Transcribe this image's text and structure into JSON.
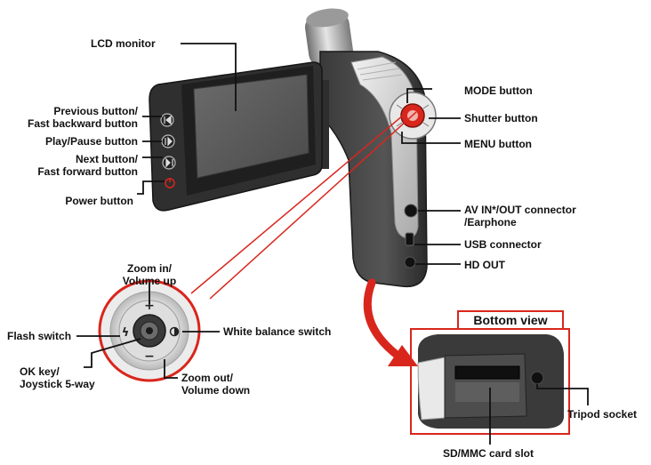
{
  "labels": {
    "lcd_monitor": "LCD monitor",
    "previous_button_1": "Previous button/",
    "previous_button_2": "Fast backward button",
    "play_pause_button": "Play/Pause button",
    "next_button_1": "Next button/",
    "next_button_2": "Fast forward button",
    "power_button": "Power button",
    "mode_button": "MODE button",
    "shutter_button": "Shutter button",
    "menu_button": "MENU button",
    "av_connector_1": "AV IN*/OUT connector",
    "av_connector_2": "/Earphone",
    "usb_connector": "USB connector",
    "hd_out": "HD OUT",
    "zoom_in_1": "Zoom in/",
    "zoom_in_2": "Volume up",
    "flash_switch": "Flash switch",
    "white_balance_switch": "White balance switch",
    "ok_key_1": "OK key/",
    "ok_key_2": "Joystick 5-way",
    "zoom_out_1": "Zoom out/",
    "zoom_out_2": "Volume down",
    "bottom_view": "Bottom view",
    "tripod_socket": "Tripod socket",
    "sd_card_slot": "SD/MMC card slot"
  },
  "colors": {
    "callout_red": "#d9261c",
    "body_dark": "#2b2b2b",
    "body_mid": "#4a4a4a",
    "silver": "#c9c9c9",
    "screen": "#555555"
  }
}
